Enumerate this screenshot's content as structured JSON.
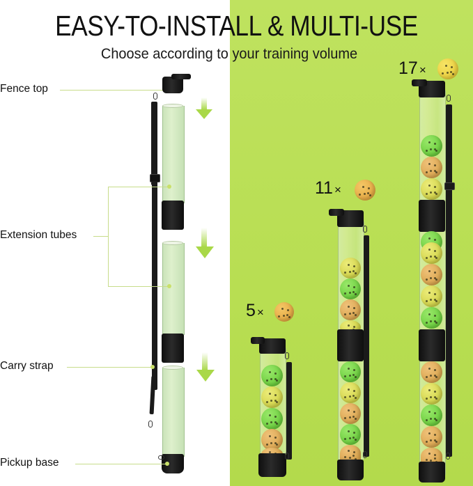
{
  "header": {
    "title": "EASY-TO-INSTALL & MULTI-USE",
    "subtitle": "Choose according to your training volume"
  },
  "colors": {
    "background_left": "#ffffff",
    "background_right": "#bde05c",
    "ball_green": "#6fd13a",
    "ball_yellow": "#d9de3a",
    "ball_orange": "#e0a43a",
    "tube_cap": "#1a1a1a",
    "arrow": "#a9d848",
    "leader_line": "#c7dc8a"
  },
  "diagram": {
    "labels": [
      {
        "id": "fence-top",
        "text": "Fence top"
      },
      {
        "id": "extension-tubes",
        "text": "Extension tubes"
      },
      {
        "id": "carry-strap",
        "text": "Carry strap"
      },
      {
        "id": "pickup-base",
        "text": "Pickup base"
      }
    ],
    "arrows": [
      "down-arrow",
      "down-arrow",
      "down-arrow"
    ]
  },
  "configurations": [
    {
      "count": "5",
      "multiplier": "×",
      "balls": [
        "green",
        "yellow",
        "green",
        "orange",
        "orange"
      ]
    },
    {
      "count": "11",
      "multiplier": "×",
      "balls": [
        "yellow",
        "green",
        "orange",
        "yellow",
        "orange",
        "green",
        "yellow",
        "orange",
        "green",
        "orange",
        "orange"
      ]
    },
    {
      "count": "17",
      "multiplier": "×",
      "balls": [
        "green",
        "orange",
        "yellow",
        "green",
        "yellow",
        "orange",
        "yellow",
        "green",
        "yellow",
        "green",
        "orange",
        "yellow",
        "green",
        "orange",
        "orange",
        "yellow",
        "green"
      ]
    }
  ]
}
